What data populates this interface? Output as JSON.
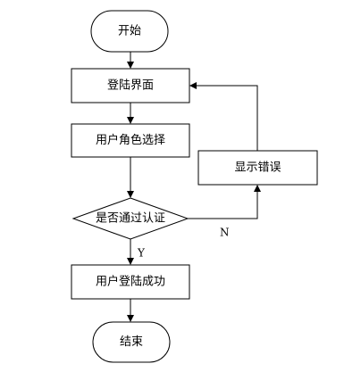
{
  "diagram": {
    "nodes": {
      "start": {
        "label": "开始",
        "shape": "terminal"
      },
      "login_screen": {
        "label": "登陆界面",
        "shape": "process"
      },
      "choose_role": {
        "label": "用户角色选择",
        "shape": "process"
      },
      "auth_check": {
        "label": "是否通过认证",
        "shape": "decision"
      },
      "show_error": {
        "label": "显示错误",
        "shape": "process"
      },
      "login_success": {
        "label": "用户登陆成功",
        "shape": "process"
      },
      "end": {
        "label": "结束",
        "shape": "terminal"
      }
    },
    "edges": {
      "yes_label": "Y",
      "no_label": "N"
    },
    "colors": {
      "stroke": "#000000",
      "fill": "#ffffff"
    }
  }
}
